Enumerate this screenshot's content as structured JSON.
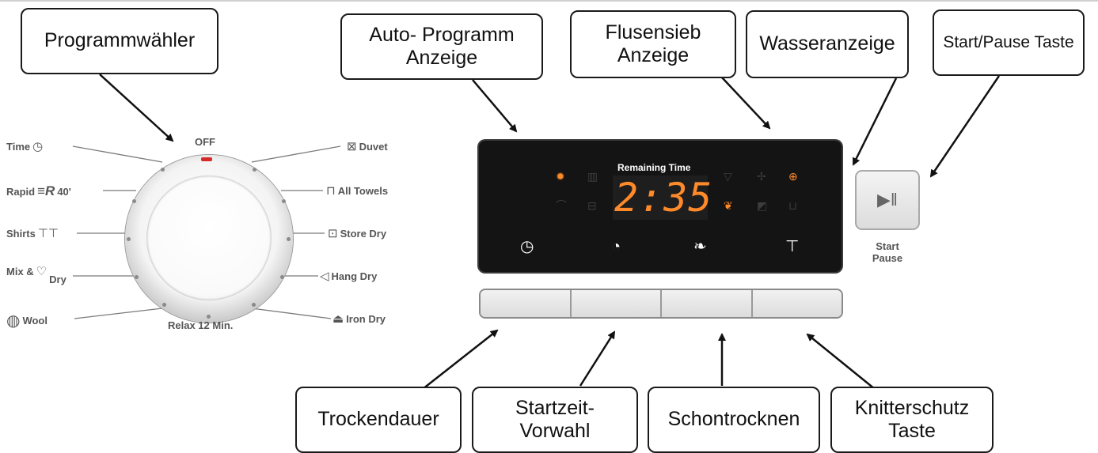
{
  "callouts": {
    "programmwaehler": "Programmwähler",
    "auto_programm": "Auto- Programm Anzeige",
    "flusensieb": "Flusensieb Anzeige",
    "wasseranzeige": "Wasseranzeige",
    "start_pause": "Start/Pause Taste",
    "trockendauer": "Trockendauer",
    "startzeit": "Startzeit- Vorwahl",
    "schontrocknen": "Schontrocknen",
    "knitterschutz": "Knitterschutz Taste"
  },
  "dial": {
    "off": "OFF",
    "relax": "Relax 12 Min.",
    "left_programs": [
      {
        "label": "Time",
        "icon": "clock-icon"
      },
      {
        "label": "Rapid",
        "extra": "40'",
        "icon": "rapid-icon"
      },
      {
        "label": "Shirts",
        "icon": "shirt-icon"
      },
      {
        "label": "Mix &",
        "extra": "Dry",
        "icon": "mix-icon"
      },
      {
        "label": "Wool",
        "icon": "wool-icon"
      }
    ],
    "right_programs": [
      {
        "label": "Duvet",
        "icon": "duvet-icon"
      },
      {
        "label": "All Towels",
        "icon": "towel-icon"
      },
      {
        "label": "Store Dry",
        "icon": "store-dry-icon"
      },
      {
        "label": "Hang Dry",
        "icon": "hang-dry-icon"
      },
      {
        "label": "Iron Dry",
        "icon": "iron-icon"
      }
    ]
  },
  "panel": {
    "remaining_label": "Remaining Time",
    "time_display": "2:35",
    "accent_color": "#ff8a2a",
    "start_label": "Start",
    "pause_label": "Pause"
  }
}
